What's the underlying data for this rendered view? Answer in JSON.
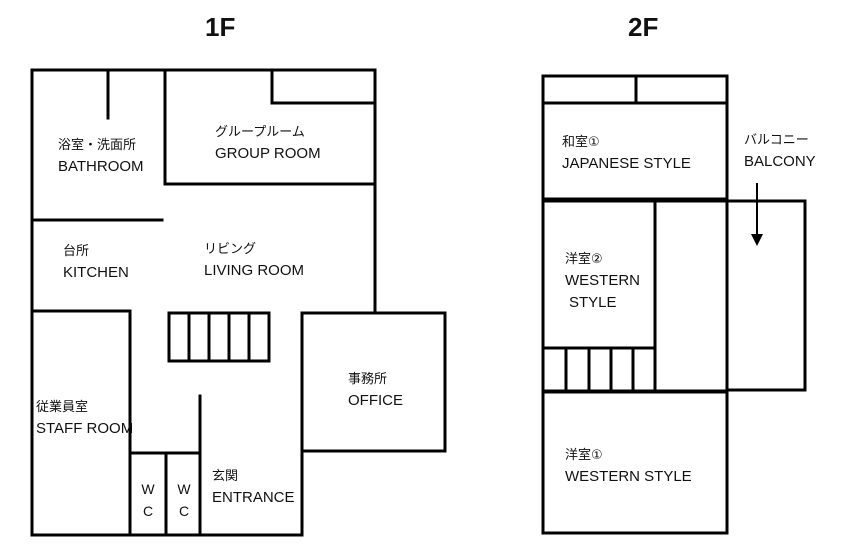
{
  "floors": {
    "first": {
      "title": "1F",
      "rooms": {
        "bathroom": {
          "jp": "浴室・洗面所",
          "en": "BATHROOM"
        },
        "group_room": {
          "jp": "グループルーム",
          "en": "GROUP ROOM"
        },
        "kitchen": {
          "jp": "台所",
          "en": "KITCHEN"
        },
        "living_room": {
          "jp": "リビング",
          "en": "LIVING ROOM"
        },
        "office": {
          "jp": "事務所",
          "en": "OFFICE"
        },
        "staff_room": {
          "jp": "従業員室",
          "en": "STAFF ROOM"
        },
        "entrance": {
          "jp": "玄関",
          "en": "ENTRANCE"
        },
        "wc": {
          "line1": "W",
          "line2": "C"
        }
      }
    },
    "second": {
      "title": "2F",
      "rooms": {
        "japanese_style_1": {
          "jp": "和室①",
          "en": "JAPANESE STYLE"
        },
        "balcony": {
          "jp": "バルコニー",
          "en": "BALCONY"
        },
        "western_style_2": {
          "jp": "洋室②",
          "en1": "WESTERN",
          "en2": "STYLE"
        },
        "western_style_1": {
          "jp": "洋室①",
          "en": "WESTERN STYLE"
        }
      }
    }
  }
}
